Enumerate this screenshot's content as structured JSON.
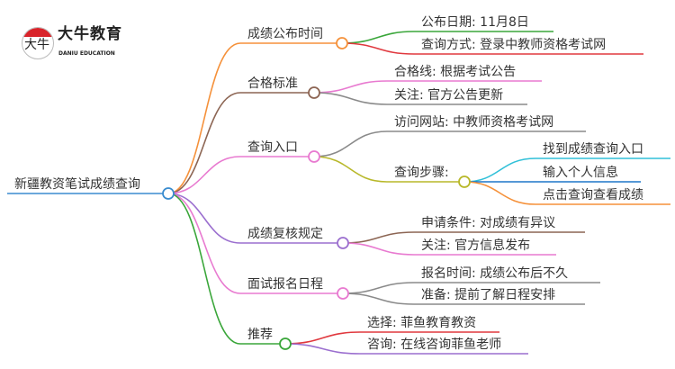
{
  "logo": {
    "name": "大牛教育",
    "subtitle": "DANIU EDUCATION",
    "mark": "大牛"
  },
  "root": {
    "label": "新疆教资笔试成绩查询",
    "color": "#3a8ccf"
  },
  "branches": [
    {
      "label": "成绩公布时间",
      "color": "#f5913a",
      "children": [
        {
          "label": "公布日期: 11月8日",
          "color": "#3aa63a"
        },
        {
          "label": "查询方式: 登录中教师资格考试网",
          "color": "#e0383e"
        }
      ]
    },
    {
      "label": "合格标准",
      "color": "#8c6553",
      "children": [
        {
          "label": "合格线: 根据考试公告",
          "color": "#e87ad0"
        },
        {
          "label": "关注: 官方公告更新",
          "color": "#8a8a8a"
        }
      ]
    },
    {
      "label": "查询入口",
      "color": "#e87ad0",
      "children": [
        {
          "label": "访问网站: 中教师资格考试网",
          "color": "#8a8a8a"
        },
        {
          "label": "查询步骤:",
          "color": "#b8b82a",
          "children": [
            {
              "label": "找到成绩查询入口",
              "color": "#30c0d8"
            },
            {
              "label": "输入个人信息",
              "color": "#1f77c8"
            },
            {
              "label": "点击查询查看成绩",
              "color": "#f5913a"
            }
          ]
        }
      ]
    },
    {
      "label": "成绩复核规定",
      "color": "#9b6fcf",
      "children": [
        {
          "label": "申请条件: 对成绩有异议",
          "color": "#8c6553"
        },
        {
          "label": "关注: 官方信息发布",
          "color": "#e87ad0"
        }
      ]
    },
    {
      "label": "面试报名日程",
      "color": "#e87ad0",
      "children": [
        {
          "label": "报名时间: 成绩公布后不久",
          "color": "#8a8a8a"
        },
        {
          "label": "准备: 提前了解日程安排",
          "color": "#8a8a8a"
        }
      ]
    },
    {
      "label": "推荐",
      "color": "#3aa63a",
      "children": [
        {
          "label": "选择: 菲鱼教育教资",
          "color": "#e0383e"
        },
        {
          "label": "咨询: 在线咨询菲鱼老师",
          "color": "#9b6fcf"
        }
      ]
    }
  ]
}
